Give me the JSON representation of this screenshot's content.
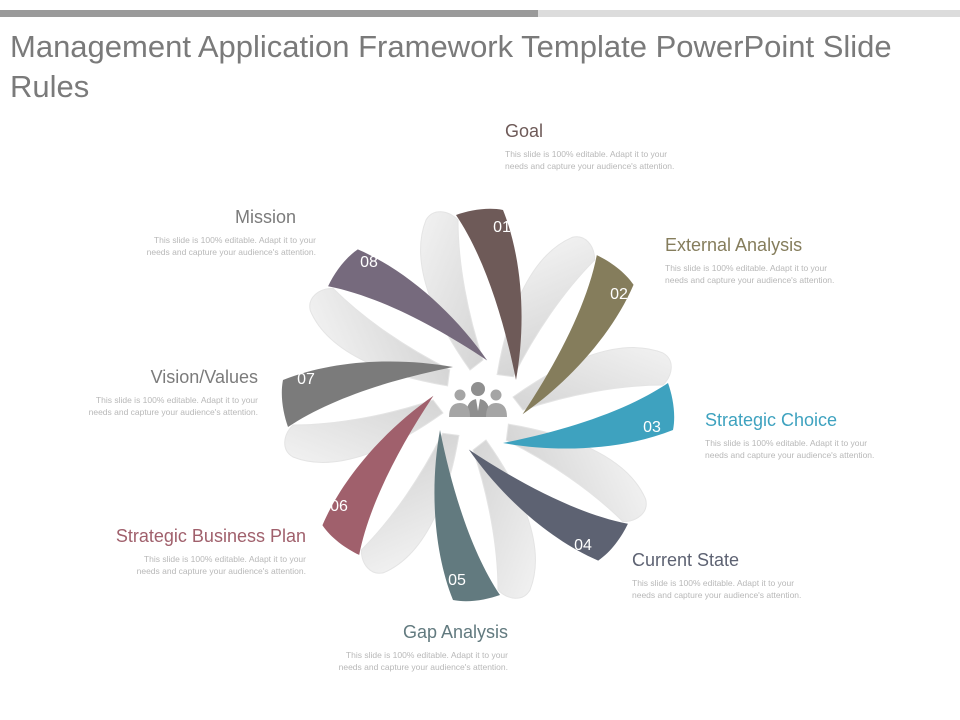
{
  "slide": {
    "title": "Management Application Framework Template PowerPoint Slide Rules"
  },
  "steps": [
    {
      "number": "01",
      "heading": "Goal",
      "body": "This slide is 100% editable. Adapt it to your needs and capture your audience's attention.",
      "color": "#6e5a58"
    },
    {
      "number": "02",
      "heading": "External Analysis",
      "body": "This slide is 100% editable. Adapt it to your needs and capture your audience's attention.",
      "color": "#857d5c"
    },
    {
      "number": "03",
      "heading": "Strategic Choice",
      "body": "This slide is 100% editable. Adapt it to your needs and capture your audience's attention.",
      "color": "#3ea2bf"
    },
    {
      "number": "04",
      "heading": "Current State",
      "body": "This slide is 100% editable. Adapt it to your needs and capture your audience's attention.",
      "color": "#5d6272"
    },
    {
      "number": "05",
      "heading": "Gap Analysis",
      "body": "This slide is 100% editable. Adapt it to your needs and capture your audience's attention.",
      "color": "#627a7f"
    },
    {
      "number": "06",
      "heading": "Strategic Business Plan",
      "body": "This slide is 100% editable. Adapt it to your needs and capture your audience's attention.",
      "color": "#a0606c"
    },
    {
      "number": "07",
      "heading": "Vision/Values",
      "body": "This slide is 100% editable. Adapt it to your needs and capture your audience's attention.",
      "color": "#7b7b7b"
    },
    {
      "number": "08",
      "heading": "Mission",
      "body": "This slide is 100% editable. Adapt it to your needs and capture your audience's attention.",
      "color": "#766a7d"
    }
  ],
  "center_icon": "people-group-icon"
}
